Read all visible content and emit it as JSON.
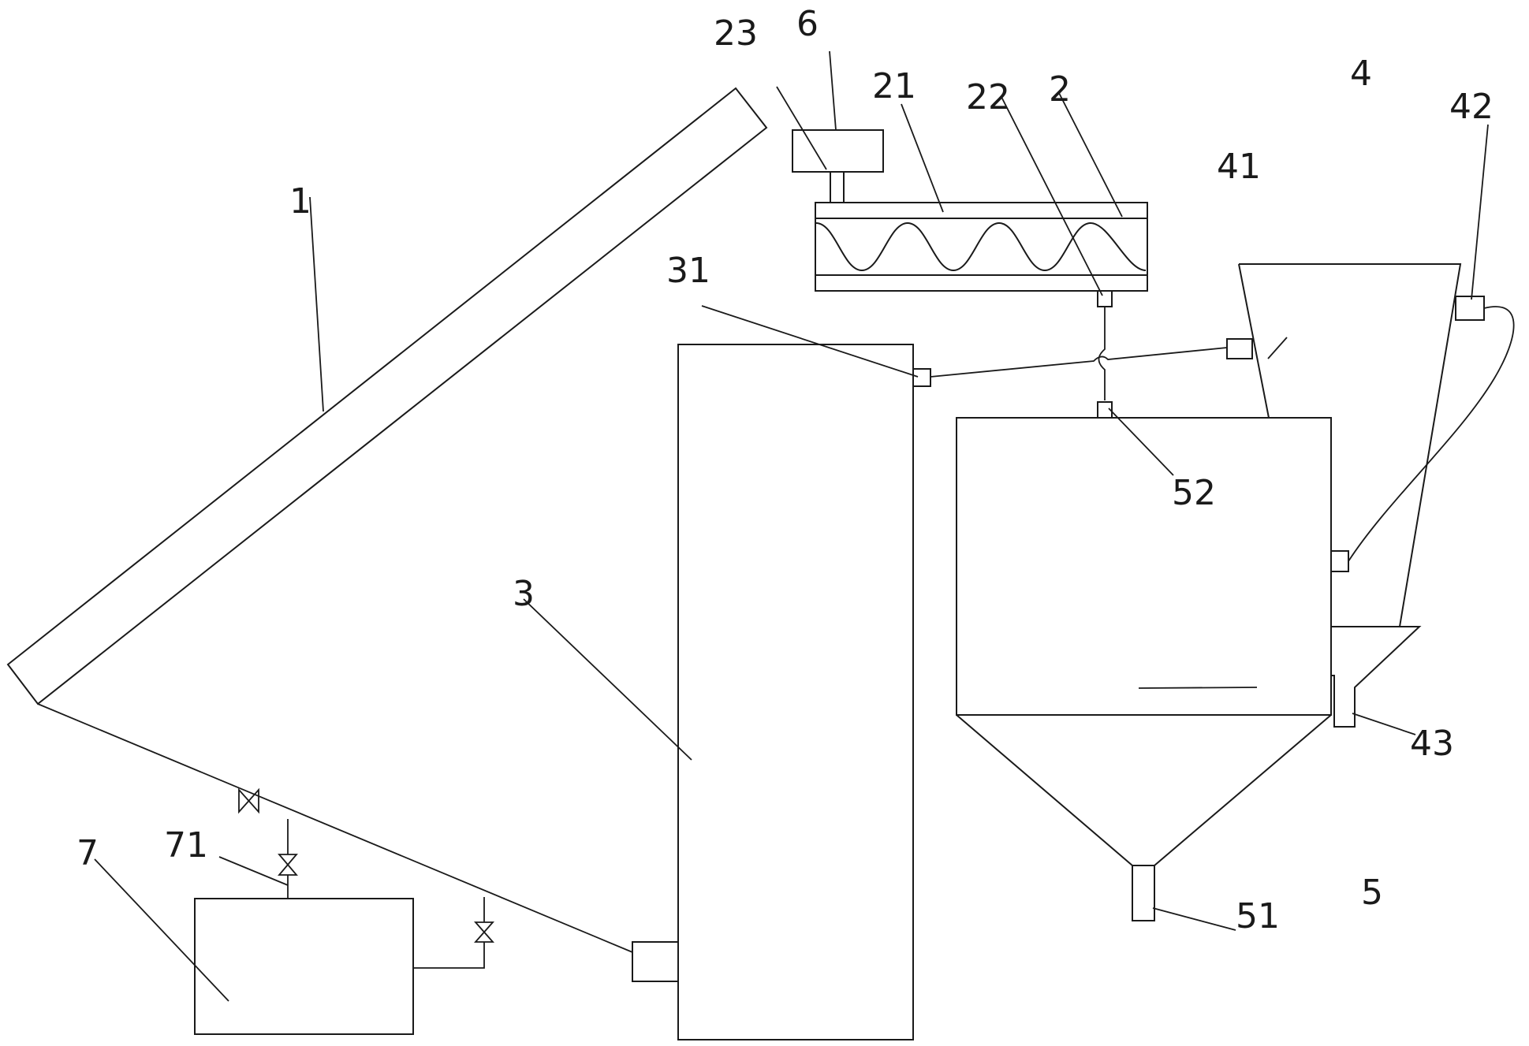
{
  "labels": {
    "l1": "1",
    "l2": "2",
    "l3": "3",
    "l4": "4",
    "l5": "5",
    "l6": "6",
    "l7": "7",
    "l21": "21",
    "l22": "22",
    "l23": "23",
    "l31": "31",
    "l41": "41",
    "l42": "42",
    "l43": "43",
    "l51": "51",
    "l52": "52",
    "l71": "71"
  }
}
